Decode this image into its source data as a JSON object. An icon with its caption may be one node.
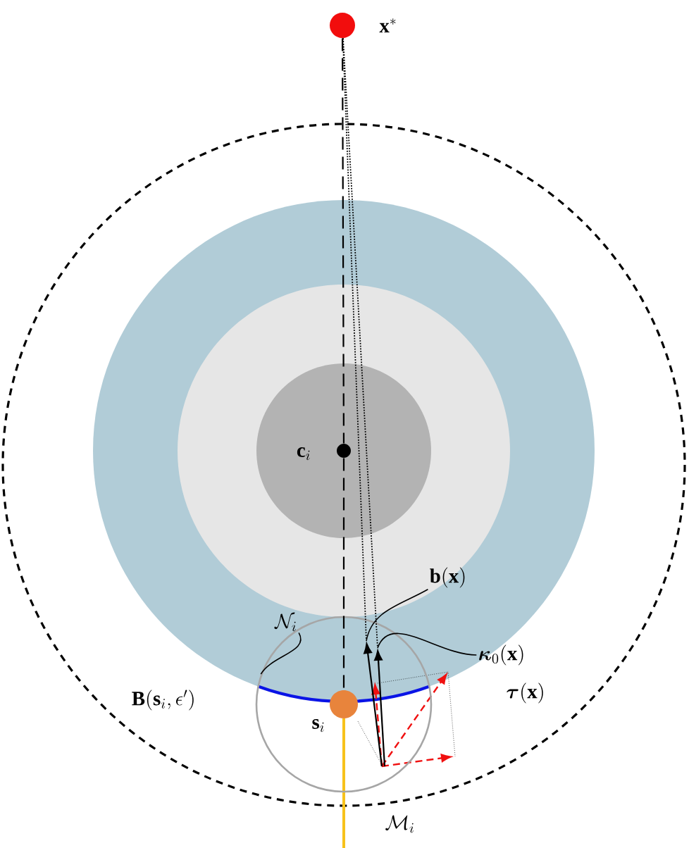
{
  "diagram": {
    "nodes": [
      {
        "text": [],
        "shape": "circle",
        "beside": [
          "\\mathbf{x}^*"
        ]
      },
      {
        "text": [],
        "shape": "circle",
        "beside": [
          "\\mathbf{c}_i"
        ]
      },
      {
        "text": [],
        "shape": "circle"
      },
      {
        "text": [],
        "shape": "circle",
        "beside": [
          "\\mathbf{s}_i"
        ],
        "in": 2
      },
      {
        "text": [
          "\\mathcal{N}_i"
        ]
      },
      {
        "text": [
          "\\mathbf{b}(\\mathbf{x})"
        ]
      },
      {
        "text": [
          "\\boldsymbol{\\kappa}_0(\\mathbf{x})"
        ]
      },
      {
        "text": [],
        "shape": "arrow",
        "in": 2
      },
      {
        "text": [],
        "shape": "arrow",
        "in": 2
      }
    ],
    "edges": [
      {
        "from": 0,
        "to": 1,
        "arrow": "none",
        "style": "dashed"
      },
      {
        "from": 1,
        "to": 3,
        "arrow": "none",
        "style": "dashed"
      },
      {
        "from": 4,
        "to": 2,
        "arrow": "none"
      },
      {
        "from": 5,
        "to": 7,
        "arrow": "none"
      },
      {
        "from": 6,
        "to": 8,
        "arrow": "none"
      },
      {
        "from": 0,
        "to": 7,
        "arrow": "none",
        "style": "dashed"
      },
      {
        "from": 0,
        "to": 8,
        "arrow": "none",
        "style": "dashed"
      }
    ],
    "labels": [
      "\\mathbf{B}(\\mathbf{s}_i,\\epsilon')",
      "\\boldsymbol{\\tau}(\\mathbf{x})",
      "\\mathcal{M}_i"
    ]
  }
}
